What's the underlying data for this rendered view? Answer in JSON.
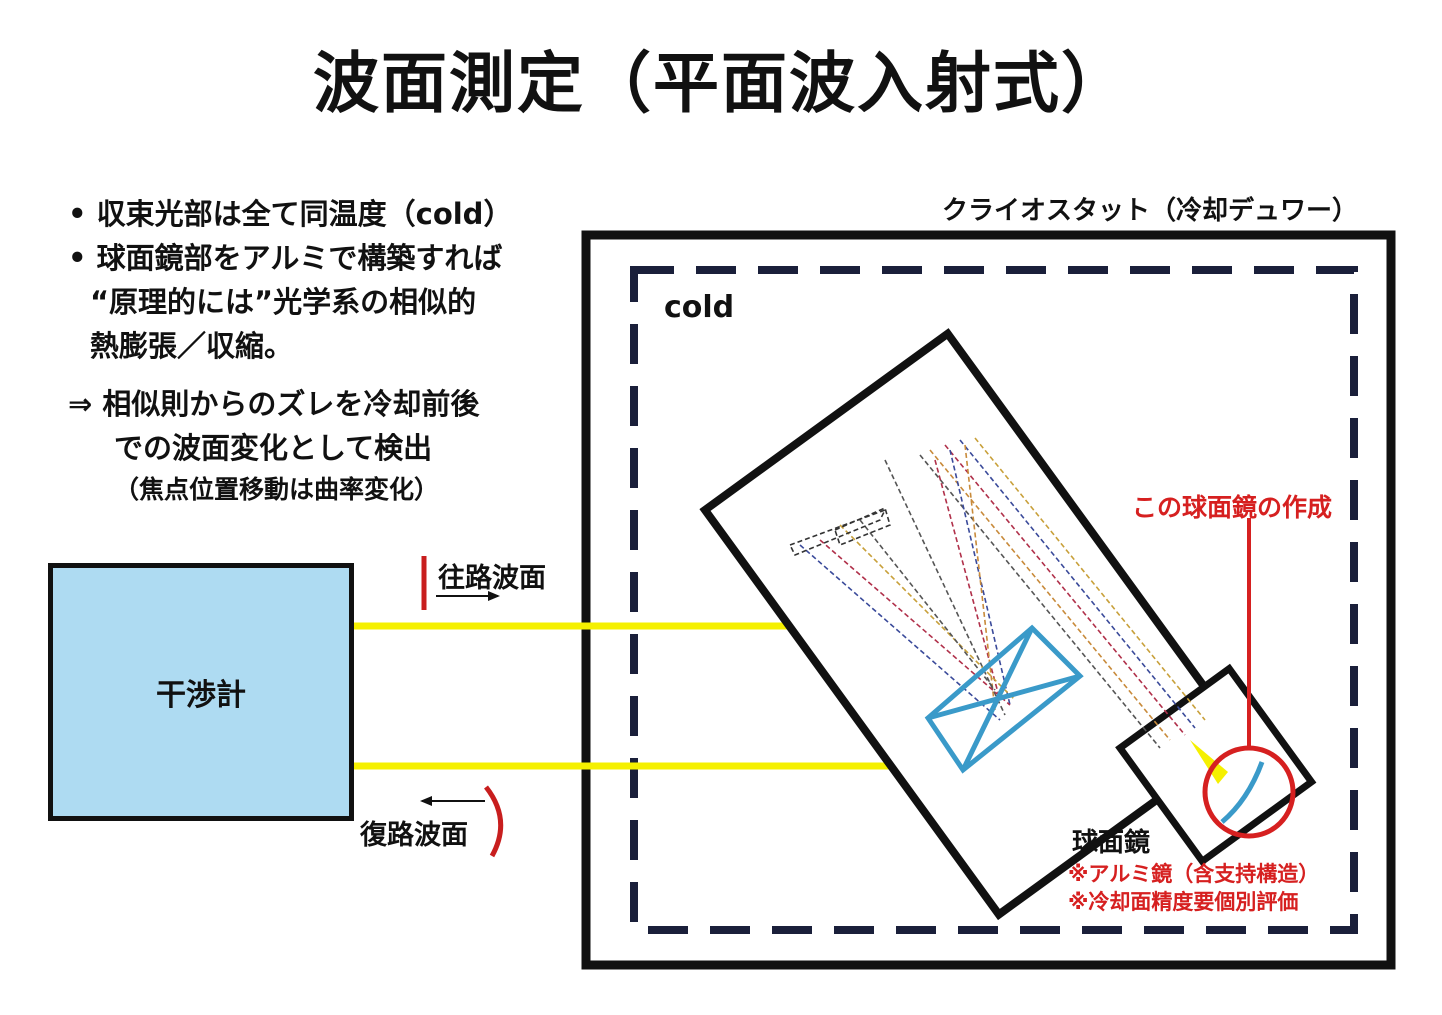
{
  "title": "波面測定（平面波入射式）",
  "bullets": [
    "• 収束光部は全て同温度（cold）",
    "• 球面鏡部をアルミで構築すれば",
    "“原理的には”光学系の相似的",
    "熱膨張／収縮。",
    "⇒ 相似則からのズレを冷却前後",
    "での波面変化として検出",
    "（焦点位置移動は曲率変化）"
  ],
  "cryostat_label": "クライオスタット（冷却デュワー）",
  "cold_label": "cold",
  "interferometer_label": "干渉計",
  "outgoing_wavefront": "往路波面",
  "return_wavefront": "復路波面",
  "callout_mirror": "この球面鏡の作成",
  "spherical_mirror_label": "球面鏡",
  "notes": [
    "※アルミ鏡（含支持構造）",
    "※冷却面精度要個別評価"
  ],
  "colors": {
    "beam": "#f5f000",
    "annotation_red": "#d62020",
    "interferometer_fill": "#aedbf2",
    "mirror_blue": "#3a9ac9"
  }
}
